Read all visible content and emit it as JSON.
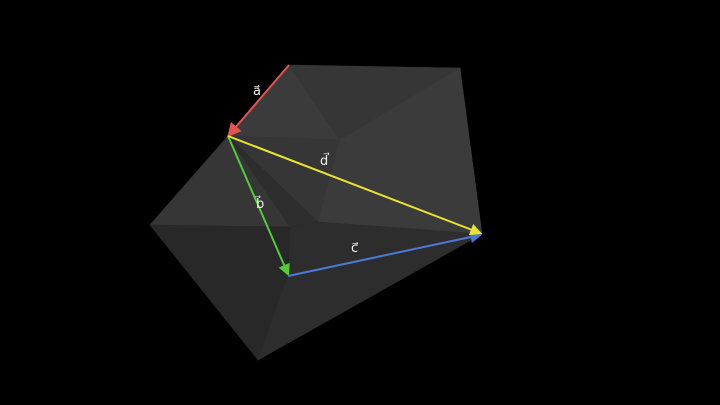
{
  "scene": {
    "background": "#000000",
    "face_colors": {
      "light": "#3a3b3a",
      "mid": "#353635",
      "dark": "#2c2d2c",
      "darker": "#272827"
    }
  },
  "vectors": [
    {
      "id": "a",
      "label": "a⃗",
      "color": "#e0554f"
    },
    {
      "id": "b",
      "label": "b⃗",
      "color": "#56c93c"
    },
    {
      "id": "c",
      "label": "c⃗",
      "color": "#4c78d6"
    },
    {
      "id": "d",
      "label": "d⃗",
      "color": "#ebe233"
    }
  ]
}
